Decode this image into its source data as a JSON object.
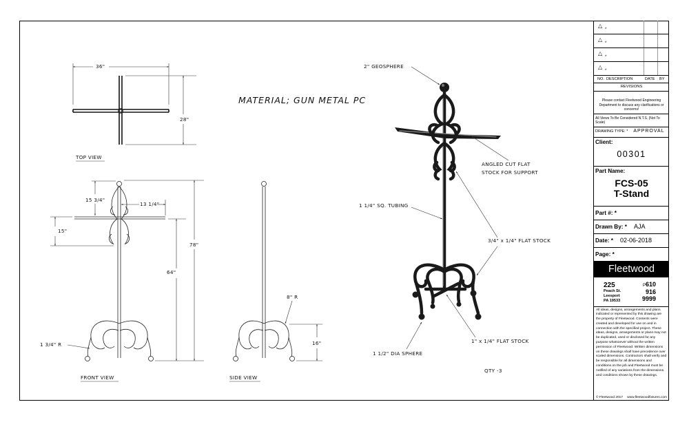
{
  "drawing": {
    "material_note": "MATERIAL; GUN METAL PC",
    "views": {
      "top": "TOP VIEW",
      "front": "FRONT VIEW",
      "side": "SIDE VIEW"
    },
    "dimensions": {
      "top_width": "36\"",
      "top_depth": "28\"",
      "front_arm_height": "15 3/4\"",
      "front_arm_reach": "13 1/4\"",
      "front_scroll_height": "15\"",
      "front_total_height": "78\"",
      "front_arm_to_floor": "64\"",
      "front_foot_radius": "1 3/4\" R",
      "side_radius": "8\" R",
      "side_base_height": "16\""
    },
    "callouts": {
      "geosphere": "2\" GEOSPHERE",
      "angled_cut": "ANGLED CUT FLAT",
      "angled_cut_2": "STOCK FOR SUPPORT",
      "tubing": "1 1/4\" SQ. TUBING",
      "flat_stock_34": "3/4\" x 1/4\" FLAT STOCK",
      "flat_stock_1": "1\" x 1/4\"  FLAT STOCK",
      "sphere": "1 1/2\" DIA SPHERE",
      "qty": "QTY -3"
    }
  },
  "title_block": {
    "revisions": {
      "col_no": "NO.",
      "col_desc": "DESCRIPTION",
      "col_date": "DATE",
      "col_by": "BY",
      "title": "REVISIONS",
      "mark": "*"
    },
    "contact_note": "Please contact Fleetwood Engineering Department to discuss any clarifications or concerns!",
    "scale_note": "All Views To Be Considered N.T.S. (Not To Scale)",
    "drawing_type_label": "DRAWING TYPE: *",
    "drawing_type": "APPROVAL",
    "client_label": "Client:",
    "client": "00301",
    "part_name_label": "Part Name:",
    "part_name_1": "FCS-05",
    "part_name_2": "T-Stand",
    "part_no_label": "Part #: *",
    "drawn_by_label": "Drawn By: *",
    "drawn_by": "AJA",
    "date_label": "Date: *",
    "date": "02-06-2018",
    "page_label": "Page: *",
    "company": "Fleetwood",
    "address_num": "225",
    "address_1": "Peach St.",
    "address_2": "Leesport",
    "address_3": "PA 19533",
    "phone_p": "P",
    "phone_1": "610",
    "phone_2": "916",
    "phone_3": "9999",
    "legal": "All ideas, designs, arrangements and plans indicated or represented by this drawing are the property of Fleetwood. Contents were created and developed for use on and in connection with the specified project. These ideas, designs, arrangements or plans may not be duplicated, used or disclosed for any purpose whatsoever without the written permission of Fleetwood. Written dimensions on these drawings shall have precedence over scaled dimensions. Contractors shall verify and be responsible for all dimensions and conditions on the job and Fleetwood must be notified of any variations from the dimensions and conditions shown by these drawings.",
    "copyright": "© Fleetwood 2017",
    "website": "www.fleetwoodfixtures.com"
  }
}
